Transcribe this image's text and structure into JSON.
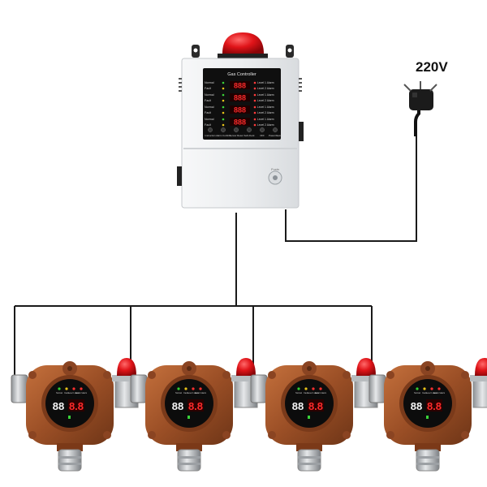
{
  "power": {
    "voltage_label": "220V"
  },
  "controller": {
    "title": "Gas Controller",
    "channels": [
      {
        "status_top": "Normal",
        "status_bottom": "Fault",
        "reading": "888",
        "alarm_top": "Level 1 Alarm",
        "alarm_bottom": "Level 2 Alarm"
      },
      {
        "status_top": "Normal",
        "status_bottom": "Fault",
        "reading": "888",
        "alarm_top": "Level 1 Alarm",
        "alarm_bottom": "Level 2 Alarm"
      },
      {
        "status_top": "Normal",
        "status_bottom": "Fault",
        "reading": "888",
        "alarm_top": "Level 1 Alarm",
        "alarm_bottom": "Level 2 Alarm"
      },
      {
        "status_top": "Normal",
        "status_bottom": "Fault",
        "reading": "888",
        "alarm_top": "Level 1 Alarm",
        "alarm_bottom": "Level 2 Alarm"
      }
    ],
    "buttons": [
      "Instruction",
      "Alarm Confirm",
      "Sensor Reset",
      "Self-check",
      "OFF",
      "Power/Alarm"
    ],
    "lock_brand": "Fuxin"
  },
  "detectors": [
    {
      "reading_left": "88",
      "reading_right": "8.8",
      "indicators": [
        "Normal",
        "Fault",
        "Level 1 alarm",
        "Level 2 alarm"
      ]
    },
    {
      "reading_left": "88",
      "reading_right": "8.8",
      "indicators": [
        "Normal",
        "Fault",
        "Level 1 alarm",
        "Level 2 alarm"
      ]
    },
    {
      "reading_left": "88",
      "reading_right": "8.8",
      "indicators": [
        "Normal",
        "Fault",
        "Level 1 alarm",
        "Level 2 alarm"
      ]
    },
    {
      "reading_left": "88",
      "reading_right": "8.8",
      "indicators": [
        "Normal",
        "Fault",
        "Level 1 alarm",
        "Level 2 alarm"
      ]
    }
  ],
  "colors": {
    "wire": "#1a1a1a",
    "beacon_red": "#e2151b",
    "detector_body": "#a0522d",
    "controller_body": "#eceeef",
    "display_red": "#ff2a2a"
  }
}
